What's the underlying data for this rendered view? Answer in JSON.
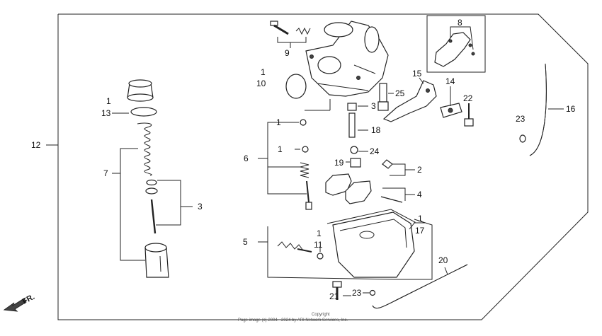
{
  "labels": {
    "l12": "12",
    "l1a": "1",
    "l13": "13",
    "l7": "7",
    "l3a": "3",
    "l9": "9",
    "l1b": "1",
    "l10": "10",
    "l1c": "1",
    "l1d": "1",
    "l6": "6",
    "l3b": "3",
    "l18": "18",
    "l24": "24",
    "l19": "19",
    "l2": "2",
    "l4": "4",
    "l5": "5",
    "l1e": "1",
    "l11": "11",
    "l1f": "1",
    "l17": "17",
    "l21": "21",
    "l23a": "23",
    "l20": "20",
    "l25": "25",
    "l15": "15",
    "l14": "14",
    "l22": "22",
    "l8": "8",
    "l16": "16",
    "l23b": "23"
  },
  "direction_marker": "FR.",
  "copyright": {
    "line1": "Copyright",
    "line2": "Page image (c) 2004 - 2024 by ARI Network Services, Inc."
  }
}
